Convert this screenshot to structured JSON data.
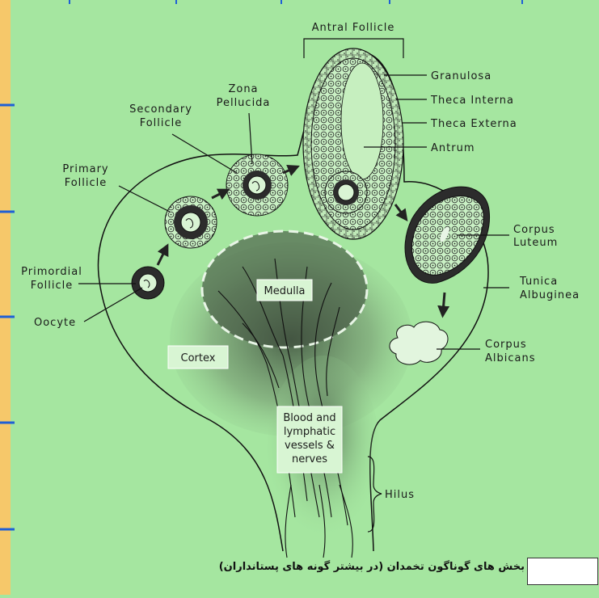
{
  "colors": {
    "background": "#a5e6a0",
    "left_strip": "#f6c86a",
    "left_ticks": "#1f5fd6",
    "outline": "#111111"
  },
  "labels": {
    "antral_follicle": "Antral Follicle",
    "granulosa": "Granulosa",
    "theca_interna": "Theca Interna",
    "theca_externa": "Theca Externa",
    "antrum": "Antrum",
    "zona_line1": "Zona",
    "zona_line2": "Pellucida",
    "secondary_line1": "Secondary",
    "secondary_line2": "Follicle",
    "primary_line1": "Primary",
    "primary_line2": "Follicle",
    "primordial_line1": "Primordial",
    "primordial_line2": "Follicle",
    "oocyte": "Oocyte",
    "corpus_luteum_line1": "Corpus",
    "corpus_luteum_line2": "Luteum",
    "tunica_line1": "Tunica",
    "tunica_line2": "Albuginea",
    "corpus_albicans_line1": "Corpus",
    "corpus_albicans_line2": "Albicans",
    "medulla": "Medulla",
    "cortex": "Cortex",
    "blood_line1": "Blood and",
    "blood_line2": "lymphatic",
    "blood_line3": "vessels &",
    "blood_line4": "nerves",
    "hilus": "Hilus"
  },
  "caption": "بخش های گوناگون تخمدان (در بیشتر گونه های پستانداران)"
}
